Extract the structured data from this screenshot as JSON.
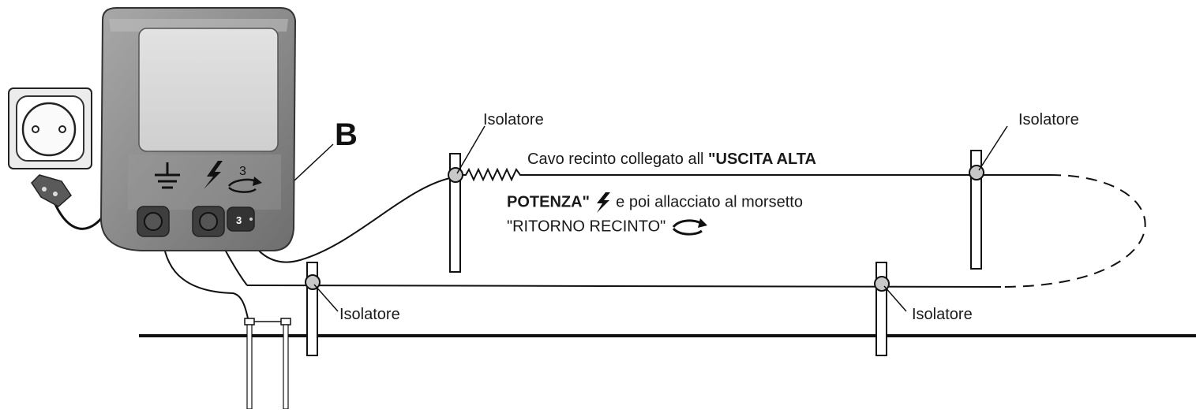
{
  "labels": {
    "b_marker": "B",
    "terminal_number": "3",
    "terminal_symbol_number": "3",
    "insulators": [
      "Isolatore",
      "Isolatore",
      "Isolatore",
      "Isolatore"
    ]
  },
  "caption": {
    "line1_normal": "Cavo recinto collegato all ",
    "line1_bold": "\"USCITA ALTA",
    "line2_bold": "POTENZA\"",
    "line2_normal": " e poi allacciato al morsetto",
    "line3_normal": "\"RITORNO RECINTO\""
  },
  "icons": [
    "power-socket-icon",
    "power-plug-icon",
    "ground-symbol-icon",
    "lightning-bolt-icon",
    "fence-return-icon"
  ],
  "colors": {
    "line": "#111111",
    "device_body": "#8c8c8c",
    "device_panel": "#d6d6d6",
    "insulator": "#c8c8c8"
  }
}
